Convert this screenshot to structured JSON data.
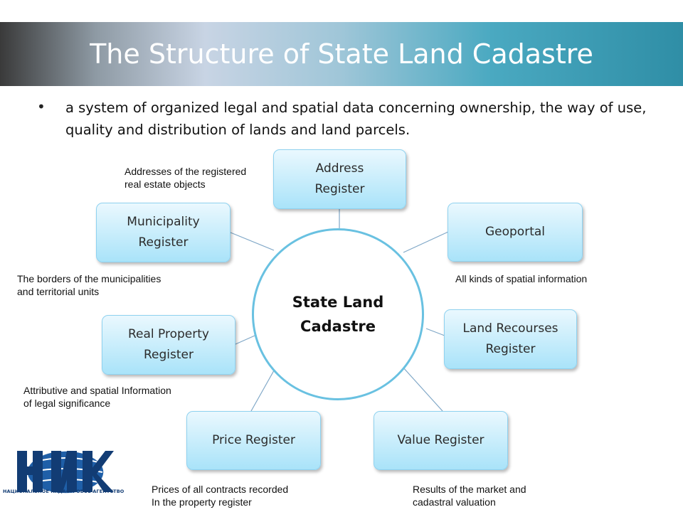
{
  "slide": {
    "title": "The Structure of State Land Cadastre",
    "bullet": "a system of organized legal and spatial data concerning ownership, the way of use, quality and distribution of lands and land parcels."
  },
  "center": {
    "line1": "State Land",
    "line2": "Cadastre"
  },
  "registers": {
    "address": {
      "line1": "Address",
      "line2": "Register",
      "note1": "Addresses of the registered",
      "note2": "real estate objects"
    },
    "municipality": {
      "line1": "Municipality",
      "line2": "Register",
      "note1": "The borders of the municipalities",
      "note2": "and territorial units"
    },
    "geoportal": {
      "line1": "Geoportal",
      "note1": "All kinds of spatial information"
    },
    "real_property": {
      "line1": "Real Property",
      "line2": "Register",
      "note1": "Attributive and spatial Information",
      "note2": "of legal significance"
    },
    "land_resources": {
      "line1": "Land Recourses",
      "line2": "Register"
    },
    "price": {
      "line1": "Price Register",
      "note1": "Prices of all contracts recorded",
      "note2": "In the property register"
    },
    "value": {
      "line1": "Value Register",
      "note1": "Results of the market and",
      "note2": "cadastral valuation"
    }
  },
  "logo": {
    "caption": "НАЦИОНАЛЬНОЕ КАДАСТРОВОЕ АГЕНТСТВО"
  },
  "colors": {
    "box_border": "#8fd2f0",
    "circle_border": "#69c1e1",
    "connector": "#7fa7c7",
    "logo_blue": "#123c74"
  }
}
